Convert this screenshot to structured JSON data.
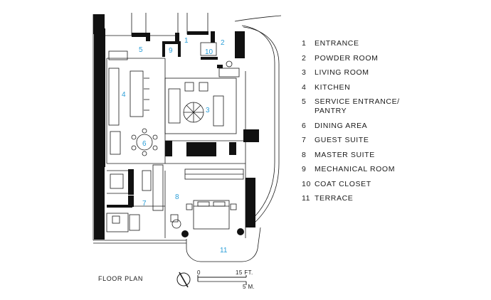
{
  "legend": [
    {
      "num": "1",
      "label": "ENTRANCE"
    },
    {
      "num": "2",
      "label": "POWDER ROOM"
    },
    {
      "num": "3",
      "label": "LIVING ROOM"
    },
    {
      "num": "4",
      "label": "KITCHEN"
    },
    {
      "num": "5",
      "label": "SERVICE ENTRANCE/ PANTRY"
    },
    {
      "num": "6",
      "label": "DINING AREA"
    },
    {
      "num": "7",
      "label": "GUEST SUITE"
    },
    {
      "num": "8",
      "label": "MASTER SUITE"
    },
    {
      "num": "9",
      "label": "MECHANICAL ROOM"
    },
    {
      "num": "10",
      "label": "COAT CLOSET"
    },
    {
      "num": "11",
      "label": "TERRACE"
    }
  ],
  "plan_labels": [
    "1",
    "2",
    "3",
    "4",
    "5",
    "6",
    "7",
    "8",
    "9",
    "10",
    "11"
  ],
  "caption": "FLOOR PLAN",
  "scale": {
    "zero": "0",
    "feet": "15 FT.",
    "meters": "5 M."
  },
  "colors": {
    "label": "#2b9ed8",
    "wall": "#111111",
    "ink": "#1a1a1a"
  }
}
